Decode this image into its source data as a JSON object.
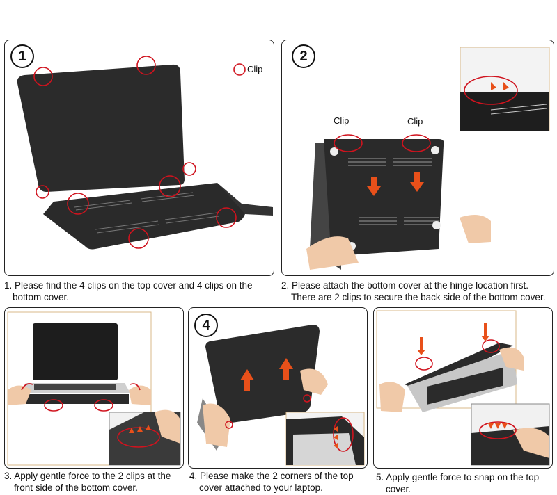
{
  "legend": {
    "label": "Clip"
  },
  "steps": [
    {
      "number": "1",
      "line1": "1. Please find the 4 clips on the top cover and 4 clips on the",
      "line2": "bottom cover."
    },
    {
      "number": "2",
      "line1": "2. Please attach the bottom cover at the hinge location first.",
      "line2": "There are 2 clips to secure the back side of the bottom cover."
    },
    {
      "number": "3",
      "line1": "3. Apply gentle force to the 2 clips at the",
      "line2": "front side of the bottom cover."
    },
    {
      "number": "4",
      "line1": "4. Please make the 2 corners of the top",
      "line2": "cover attached to your laptop."
    },
    {
      "number": "5",
      "line1": "5. Apply gentle force to snap on the top",
      "line2": "cover."
    }
  ],
  "step2_labels": {
    "clip_left": "Clip",
    "clip_right": "Clip"
  },
  "colors": {
    "accent": "#d0131e",
    "arrow": "#e8501a",
    "border": "#222222",
    "inset_border": "#d9b98a"
  }
}
